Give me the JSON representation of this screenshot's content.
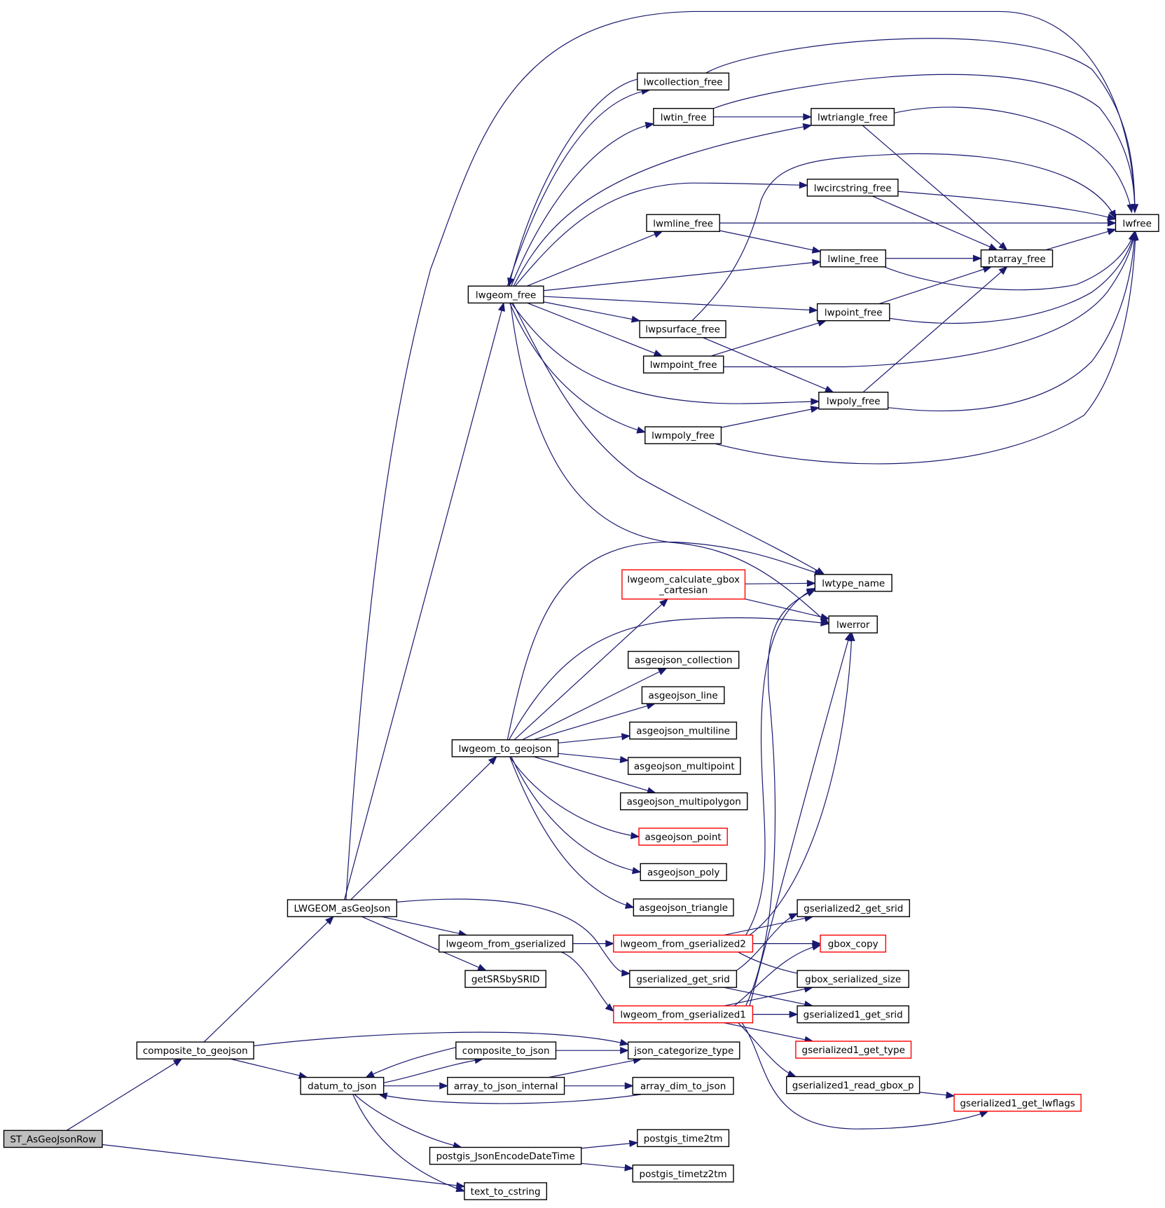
{
  "graph": {
    "title": "",
    "colors": {
      "edge": "#191970",
      "root_fill": "#bfbfbf",
      "node_fill": "#ffffff",
      "node_border": "#000000",
      "truncated_border": "#ff0000"
    },
    "nodes": [
      {
        "id": "ST_AsGeoJsonRow",
        "label": [
          "ST_AsGeoJsonRow"
        ],
        "style": "root"
      },
      {
        "id": "composite_to_geojson",
        "label": [
          "composite_to_geojson"
        ],
        "style": "normal"
      },
      {
        "id": "LWGEOM_asGeoJson",
        "label": [
          "LWGEOM_asGeoJson"
        ],
        "style": "normal"
      },
      {
        "id": "datum_to_json",
        "label": [
          "datum_to_json"
        ],
        "style": "normal"
      },
      {
        "id": "text_to_cstring",
        "label": [
          "text_to_cstring"
        ],
        "style": "normal"
      },
      {
        "id": "lwgeom_free",
        "label": [
          "lwgeom_free"
        ],
        "style": "normal"
      },
      {
        "id": "lwgeom_to_geojson",
        "label": [
          "lwgeom_to_geojson"
        ],
        "style": "normal"
      },
      {
        "id": "lwgeom_from_gserialized",
        "label": [
          "lwgeom_from_gserialized"
        ],
        "style": "normal"
      },
      {
        "id": "getSRSbySRID",
        "label": [
          "getSRSbySRID"
        ],
        "style": "normal"
      },
      {
        "id": "composite_to_json",
        "label": [
          "composite_to_json"
        ],
        "style": "normal"
      },
      {
        "id": "array_to_json_internal",
        "label": [
          "array_to_json_internal"
        ],
        "style": "normal"
      },
      {
        "id": "postgis_JsonEncodeDateTime",
        "label": [
          "postgis_JsonEncodeDateTime"
        ],
        "style": "normal"
      },
      {
        "id": "lwcollection_free",
        "label": [
          "lwcollection_free"
        ],
        "style": "normal"
      },
      {
        "id": "lwtin_free",
        "label": [
          "lwtin_free"
        ],
        "style": "normal"
      },
      {
        "id": "lwmline_free",
        "label": [
          "lwmline_free"
        ],
        "style": "normal"
      },
      {
        "id": "lwpsurface_free",
        "label": [
          "lwpsurface_free"
        ],
        "style": "normal"
      },
      {
        "id": "lwmpoint_free",
        "label": [
          "lwmpoint_free"
        ],
        "style": "normal"
      },
      {
        "id": "lwmpoly_free",
        "label": [
          "lwmpoly_free"
        ],
        "style": "normal"
      },
      {
        "id": "lwgeom_calculate_gbox_cartesian",
        "label": [
          "lwgeom_calculate_gbox",
          "_cartesian"
        ],
        "style": "truncated"
      },
      {
        "id": "asgeojson_collection",
        "label": [
          "asgeojson_collection"
        ],
        "style": "normal"
      },
      {
        "id": "asgeojson_line",
        "label": [
          "asgeojson_line"
        ],
        "style": "normal"
      },
      {
        "id": "asgeojson_multiline",
        "label": [
          "asgeojson_multiline"
        ],
        "style": "normal"
      },
      {
        "id": "asgeojson_multipoint",
        "label": [
          "asgeojson_multipoint"
        ],
        "style": "normal"
      },
      {
        "id": "asgeojson_multipolygon",
        "label": [
          "asgeojson_multipolygon"
        ],
        "style": "normal"
      },
      {
        "id": "asgeojson_point",
        "label": [
          "asgeojson_point"
        ],
        "style": "truncated"
      },
      {
        "id": "asgeojson_poly",
        "label": [
          "asgeojson_poly"
        ],
        "style": "normal"
      },
      {
        "id": "asgeojson_triangle",
        "label": [
          "asgeojson_triangle"
        ],
        "style": "normal"
      },
      {
        "id": "lwgeom_from_gserialized2",
        "label": [
          "lwgeom_from_gserialized2"
        ],
        "style": "truncated"
      },
      {
        "id": "gserialized_get_srid",
        "label": [
          "gserialized_get_srid"
        ],
        "style": "normal"
      },
      {
        "id": "lwgeom_from_gserialized1",
        "label": [
          "lwgeom_from_gserialized1"
        ],
        "style": "truncated"
      },
      {
        "id": "json_categorize_type",
        "label": [
          "json_categorize_type"
        ],
        "style": "normal"
      },
      {
        "id": "array_dim_to_json",
        "label": [
          "array_dim_to_json"
        ],
        "style": "normal"
      },
      {
        "id": "postgis_time2tm",
        "label": [
          "postgis_time2tm"
        ],
        "style": "normal"
      },
      {
        "id": "postgis_timetz2tm",
        "label": [
          "postgis_timetz2tm"
        ],
        "style": "normal"
      },
      {
        "id": "lwtriangle_free",
        "label": [
          "lwtriangle_free"
        ],
        "style": "normal"
      },
      {
        "id": "lwcircstring_free",
        "label": [
          "lwcircstring_free"
        ],
        "style": "normal"
      },
      {
        "id": "lwline_free",
        "label": [
          "lwline_free"
        ],
        "style": "normal"
      },
      {
        "id": "lwpoint_free",
        "label": [
          "lwpoint_free"
        ],
        "style": "normal"
      },
      {
        "id": "lwpoly_free",
        "label": [
          "lwpoly_free"
        ],
        "style": "normal"
      },
      {
        "id": "lwtype_name",
        "label": [
          "lwtype_name"
        ],
        "style": "normal"
      },
      {
        "id": "lwerror",
        "label": [
          "lwerror"
        ],
        "style": "normal"
      },
      {
        "id": "gserialized2_get_srid",
        "label": [
          "gserialized2_get_srid"
        ],
        "style": "normal"
      },
      {
        "id": "gbox_copy",
        "label": [
          "gbox_copy"
        ],
        "style": "truncated"
      },
      {
        "id": "gbox_serialized_size",
        "label": [
          "gbox_serialized_size"
        ],
        "style": "normal"
      },
      {
        "id": "gserialized1_get_srid",
        "label": [
          "gserialized1_get_srid"
        ],
        "style": "normal"
      },
      {
        "id": "gserialized1_get_type",
        "label": [
          "gserialized1_get_type"
        ],
        "style": "truncated"
      },
      {
        "id": "gserialized1_read_gbox_p",
        "label": [
          "gserialized1_read_gbox_p"
        ],
        "style": "normal"
      },
      {
        "id": "gserialized1_get_lwflags",
        "label": [
          "gserialized1_get_lwflags"
        ],
        "style": "truncated"
      },
      {
        "id": "ptarray_free",
        "label": [
          "ptarray_free"
        ],
        "style": "normal"
      },
      {
        "id": "lwfree",
        "label": [
          "lwfree"
        ],
        "style": "normal"
      }
    ],
    "edges": [
      [
        "ST_AsGeoJsonRow",
        "composite_to_geojson"
      ],
      [
        "ST_AsGeoJsonRow",
        "text_to_cstring"
      ],
      [
        "composite_to_geojson",
        "LWGEOM_asGeoJson"
      ],
      [
        "composite_to_geojson",
        "datum_to_json"
      ],
      [
        "composite_to_geojson",
        "json_categorize_type"
      ],
      [
        "LWGEOM_asGeoJson",
        "lwgeom_free"
      ],
      [
        "LWGEOM_asGeoJson",
        "lwgeom_to_geojson"
      ],
      [
        "LWGEOM_asGeoJson",
        "lwgeom_from_gserialized"
      ],
      [
        "LWGEOM_asGeoJson",
        "getSRSbySRID"
      ],
      [
        "LWGEOM_asGeoJson",
        "gserialized_get_srid"
      ],
      [
        "LWGEOM_asGeoJson",
        "lwfree"
      ],
      [
        "datum_to_json",
        "composite_to_json"
      ],
      [
        "datum_to_json",
        "array_to_json_internal"
      ],
      [
        "datum_to_json",
        "postgis_JsonEncodeDateTime"
      ],
      [
        "datum_to_json",
        "text_to_cstring"
      ],
      [
        "composite_to_json",
        "datum_to_json"
      ],
      [
        "composite_to_json",
        "json_categorize_type"
      ],
      [
        "array_to_json_internal",
        "array_dim_to_json"
      ],
      [
        "array_to_json_internal",
        "json_categorize_type"
      ],
      [
        "array_dim_to_json",
        "datum_to_json"
      ],
      [
        "postgis_JsonEncodeDateTime",
        "postgis_time2tm"
      ],
      [
        "postgis_JsonEncodeDateTime",
        "postgis_timetz2tm"
      ],
      [
        "lwgeom_free",
        "lwcollection_free"
      ],
      [
        "lwgeom_free",
        "lwtin_free"
      ],
      [
        "lwgeom_free",
        "lwtriangle_free"
      ],
      [
        "lwgeom_free",
        "lwcircstring_free"
      ],
      [
        "lwgeom_free",
        "lwmline_free"
      ],
      [
        "lwgeom_free",
        "lwline_free"
      ],
      [
        "lwgeom_free",
        "lwpoint_free"
      ],
      [
        "lwgeom_free",
        "lwpsurface_free"
      ],
      [
        "lwgeom_free",
        "lwmpoint_free"
      ],
      [
        "lwgeom_free",
        "lwpoly_free"
      ],
      [
        "lwgeom_free",
        "lwmpoly_free"
      ],
      [
        "lwgeom_free",
        "lwtype_name"
      ],
      [
        "lwgeom_free",
        "lwerror"
      ],
      [
        "lwcollection_free",
        "lwgeom_free"
      ],
      [
        "lwcollection_free",
        "lwfree"
      ],
      [
        "lwtin_free",
        "lwtriangle_free"
      ],
      [
        "lwtin_free",
        "lwfree"
      ],
      [
        "lwtriangle_free",
        "ptarray_free"
      ],
      [
        "lwtriangle_free",
        "lwfree"
      ],
      [
        "lwcircstring_free",
        "ptarray_free"
      ],
      [
        "lwcircstring_free",
        "lwfree"
      ],
      [
        "lwmline_free",
        "lwline_free"
      ],
      [
        "lwmline_free",
        "lwfree"
      ],
      [
        "lwline_free",
        "ptarray_free"
      ],
      [
        "lwline_free",
        "lwfree"
      ],
      [
        "lwpoint_free",
        "ptarray_free"
      ],
      [
        "lwpoint_free",
        "lwfree"
      ],
      [
        "lwpsurface_free",
        "lwpoly_free"
      ],
      [
        "lwpsurface_free",
        "lwfree"
      ],
      [
        "lwmpoint_free",
        "lwpoint_free"
      ],
      [
        "lwmpoint_free",
        "lwfree"
      ],
      [
        "lwpoly_free",
        "ptarray_free"
      ],
      [
        "lwpoly_free",
        "lwfree"
      ],
      [
        "lwmpoly_free",
        "lwpoly_free"
      ],
      [
        "lwmpoly_free",
        "lwfree"
      ],
      [
        "ptarray_free",
        "lwfree"
      ],
      [
        "lwgeom_to_geojson",
        "lwgeom_calculate_gbox_cartesian"
      ],
      [
        "lwgeom_to_geojson",
        "lwtype_name"
      ],
      [
        "lwgeom_to_geojson",
        "lwerror"
      ],
      [
        "lwgeom_to_geojson",
        "asgeojson_collection"
      ],
      [
        "lwgeom_to_geojson",
        "asgeojson_line"
      ],
      [
        "lwgeom_to_geojson",
        "asgeojson_multiline"
      ],
      [
        "lwgeom_to_geojson",
        "asgeojson_multipoint"
      ],
      [
        "lwgeom_to_geojson",
        "asgeojson_multipolygon"
      ],
      [
        "lwgeom_to_geojson",
        "asgeojson_point"
      ],
      [
        "lwgeom_to_geojson",
        "asgeojson_poly"
      ],
      [
        "lwgeom_to_geojson",
        "asgeojson_triangle"
      ],
      [
        "lwgeom_calculate_gbox_cartesian",
        "lwtype_name"
      ],
      [
        "lwgeom_calculate_gbox_cartesian",
        "lwerror"
      ],
      [
        "lwgeom_from_gserialized",
        "lwgeom_from_gserialized2"
      ],
      [
        "lwgeom_from_gserialized",
        "lwgeom_from_gserialized1"
      ],
      [
        "lwgeom_from_gserialized2",
        "lwtype_name"
      ],
      [
        "lwgeom_from_gserialized2",
        "gserialized2_get_srid"
      ],
      [
        "lwgeom_from_gserialized2",
        "gbox_copy"
      ],
      [
        "lwgeom_from_gserialized2",
        "gbox_serialized_size"
      ],
      [
        "lwgeom_from_gserialized2",
        "lwerror"
      ],
      [
        "gserialized_get_srid",
        "gserialized2_get_srid"
      ],
      [
        "gserialized_get_srid",
        "gserialized1_get_srid"
      ],
      [
        "lwgeom_from_gserialized1",
        "lwtype_name"
      ],
      [
        "lwgeom_from_gserialized1",
        "lwerror"
      ],
      [
        "lwgeom_from_gserialized1",
        "gbox_copy"
      ],
      [
        "lwgeom_from_gserialized1",
        "gbox_serialized_size"
      ],
      [
        "lwgeom_from_gserialized1",
        "gserialized1_get_srid"
      ],
      [
        "lwgeom_from_gserialized1",
        "gserialized1_get_type"
      ],
      [
        "lwgeom_from_gserialized1",
        "gserialized1_read_gbox_p"
      ],
      [
        "lwgeom_from_gserialized1",
        "gserialized1_get_lwflags"
      ],
      [
        "gserialized1_read_gbox_p",
        "gserialized1_get_lwflags"
      ]
    ]
  }
}
